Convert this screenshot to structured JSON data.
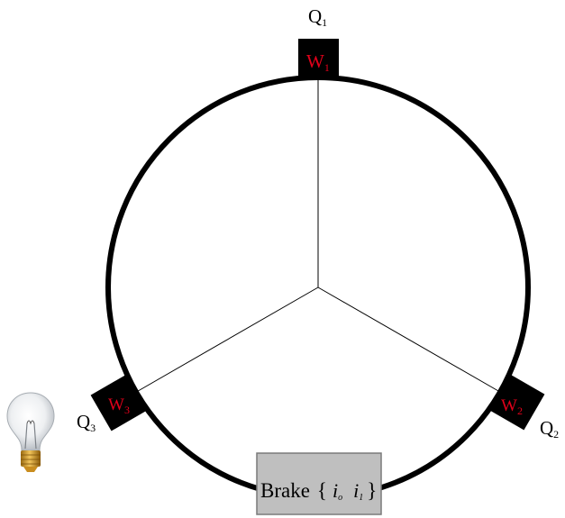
{
  "colors": {
    "ring": "#000000",
    "node_fill": "#000000",
    "node_text": "#e0001a",
    "brake_fill": "#bfbfbf",
    "brake_stroke": "#7a7a7a"
  },
  "nodes": [
    {
      "label": "W",
      "sub": "1"
    },
    {
      "label": "W",
      "sub": "2"
    },
    {
      "label": "W",
      "sub": "3"
    }
  ],
  "positions": [
    {
      "label": "Q",
      "sub": "1"
    },
    {
      "label": "Q",
      "sub": "2"
    },
    {
      "label": "Q",
      "sub": "3"
    }
  ],
  "brake": {
    "label": "Brake",
    "open_brace": "{",
    "i0": "i",
    "i0_sub": "o",
    "i1": "i",
    "i1_sub": "1",
    "close_brace": "}"
  },
  "icons": {
    "lightbulb": "lightbulb-icon"
  }
}
